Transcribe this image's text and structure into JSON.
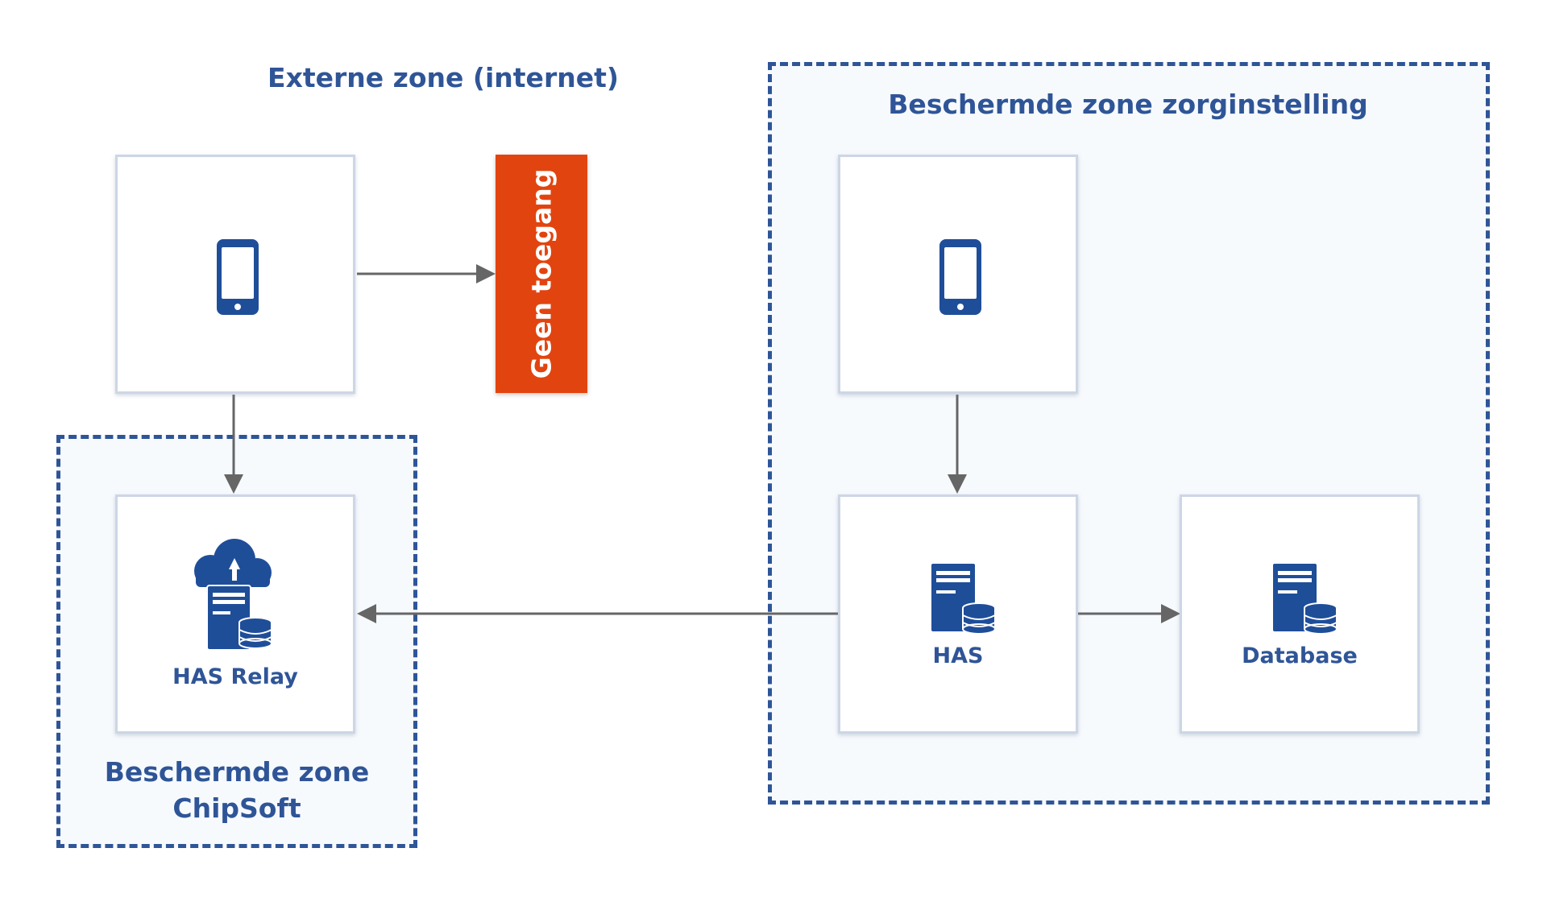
{
  "zones": {
    "external": {
      "title": "Externe zone (internet)"
    },
    "care": {
      "title": "Beschermde zone zorginstelling"
    },
    "chipsoft": {
      "title_line1": "Beschermde zone",
      "title_line2": "ChipSoft"
    }
  },
  "nodes": {
    "external_device": {
      "icon": "mobile-device-icon",
      "label": ""
    },
    "no_access": {
      "label": "Geen toegang",
      "color": "#e2440f"
    },
    "internal_device": {
      "icon": "mobile-device-icon",
      "label": ""
    },
    "has_relay": {
      "icon": "cloud-server-icon",
      "label": "HAS Relay"
    },
    "has": {
      "icon": "server-database-icon",
      "label": "HAS"
    },
    "database": {
      "icon": "server-database-icon",
      "label": "Database"
    }
  },
  "colors": {
    "accent": "#2f5597",
    "icon": "#1f4e99",
    "connector": "#666666",
    "deny": "#e2440f"
  }
}
